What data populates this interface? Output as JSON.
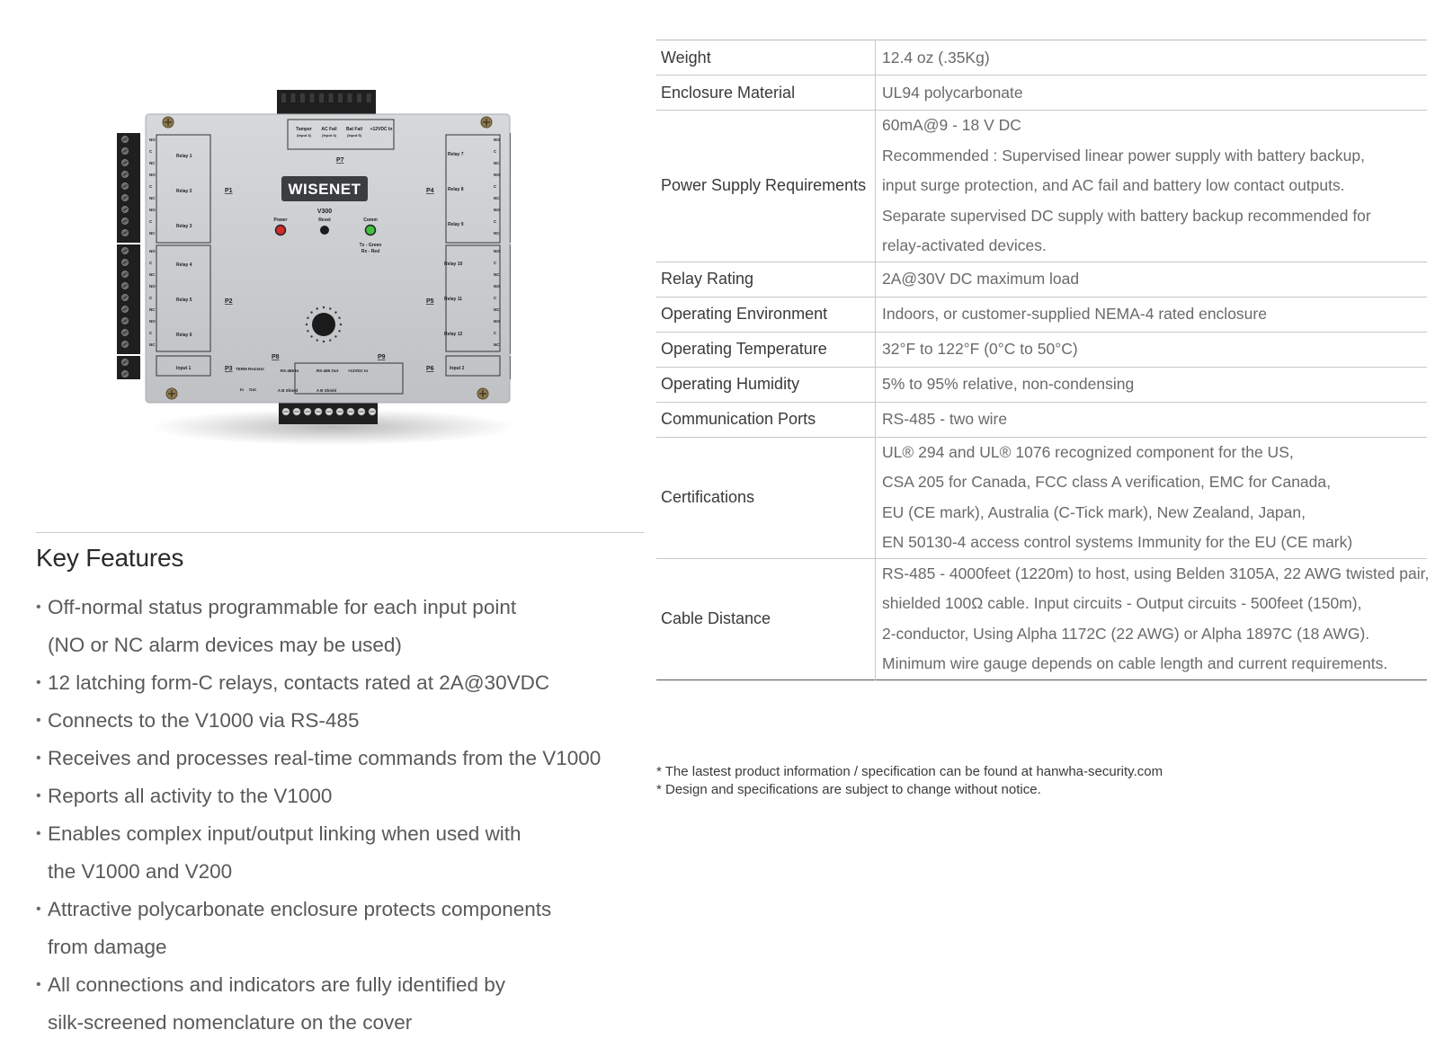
{
  "device": {
    "brand": "WISENET",
    "model": "V300",
    "connector_labels": {
      "p1": "P1",
      "p2": "P2",
      "p3": "P3",
      "p4": "P4",
      "p5": "P5",
      "p6": "P6",
      "p7": "P7",
      "p8": "P8",
      "p9": "P9"
    },
    "top_labels": [
      "Tamper",
      "AC Fail",
      "Bat Fail",
      "+12VDC In"
    ],
    "top_sublabels": [
      "(Input 3)",
      "(Input 4)",
      "(Input 5)",
      ""
    ],
    "relays_left": [
      "Relay 1",
      "Relay 2",
      "Relay 3",
      "Relay 4",
      "Relay 5",
      "Relay 6"
    ],
    "relays_right": [
      "Relay 7",
      "Relay 8",
      "Relay 9",
      "Relay 10",
      "Relay 11",
      "Relay 12"
    ],
    "input_left": "Input 1",
    "input_right": "Input 2",
    "indicators": {
      "power": "Power",
      "reset": "Reset",
      "comm": "Comm",
      "comm_note_1": "Tx - Green",
      "comm_note_2": "Rx - Red"
    },
    "bottom_labels": {
      "term": "TERM Resistor",
      "in": "In",
      "out": "Out",
      "rs485_in": "RS-485 In",
      "rs485_out": "RS-485 Out",
      "dc_in": "+12VDC In",
      "abshield": "A B Shield"
    },
    "contact_labels": [
      "NO",
      "C",
      "NC"
    ],
    "colors": {
      "body": "#c9cccf",
      "terminal": "#1f1f1f",
      "power_led": "#d42a2a",
      "comm_led": "#3ec23e"
    }
  },
  "features": {
    "title": "Key Features",
    "items": [
      {
        "lines": [
          "Off-normal status programmable for each input point",
          "(NO or NC alarm devices may be used)"
        ]
      },
      {
        "lines": [
          "12 latching form-C relays, contacts rated at 2A@30VDC"
        ]
      },
      {
        "lines": [
          "Connects to the V1000 via RS-485"
        ]
      },
      {
        "lines": [
          "Receives and processes real-time commands from the V1000"
        ]
      },
      {
        "lines": [
          "Reports all activity to the V1000"
        ]
      },
      {
        "lines": [
          "Enables complex input/output linking when used with",
          "the V1000 and V200"
        ]
      },
      {
        "lines": [
          "Attractive polycarbonate enclosure protects components",
          "from damage"
        ]
      },
      {
        "lines": [
          "All connections and indicators are fully identified by",
          "silk-screened nomenclature on the cover"
        ]
      }
    ]
  },
  "specs": [
    {
      "label": "Weight",
      "lines": [
        "12.4 oz (.35Kg)"
      ]
    },
    {
      "label": "Enclosure Material",
      "lines": [
        "UL94 polycarbonate"
      ]
    },
    {
      "label": "Power Supply Requirements",
      "lines": [
        "60mA@9 - 18 V DC",
        "Recommended : Supervised linear power supply with battery backup,",
        "input surge protection, and AC fail and battery low contact outputs.",
        "Separate supervised DC supply with battery backup recommended for",
        "relay-activated devices."
      ]
    },
    {
      "label": "Relay Rating",
      "lines": [
        "2A@30V DC maximum load"
      ]
    },
    {
      "label": "Operating Environment",
      "lines": [
        "Indoors, or customer-supplied NEMA-4 rated enclosure"
      ]
    },
    {
      "label": "Operating Temperature",
      "lines": [
        "32°F to 122°F (0°C to 50°C)"
      ]
    },
    {
      "label": "Operating Humidity",
      "lines": [
        "5% to 95% relative, non-condensing"
      ]
    },
    {
      "label": "Communication Ports",
      "lines": [
        "RS-485 - two wire"
      ]
    },
    {
      "label": "Certifications",
      "lines": [
        "UL® 294 and UL® 1076 recognized component for the US,",
        "CSA 205 for Canada, FCC class A verification, EMC for Canada,",
        "EU (CE mark), Australia (C-Tick mark), New Zealand, Japan,",
        "EN 50130-4 access control systems Immunity for the EU (CE mark)"
      ]
    },
    {
      "label": "Cable Distance",
      "lines": [
        "RS-485 - 4000feet (1220m) to host, using Belden 3105A, 22 AWG twisted pair,",
        "shielded 100Ω cable. Input circuits - Output circuits - 500feet (150m),",
        "2-conductor, Using Alpha 1172C (22 AWG) or Alpha 1897C (18 AWG).",
        "Minimum wire gauge depends on cable length and current requirements."
      ]
    }
  ],
  "notes": [
    "* The lastest product information / specification can be found at hanwha-security.com",
    "* Design and specifications are subject to change without notice."
  ]
}
